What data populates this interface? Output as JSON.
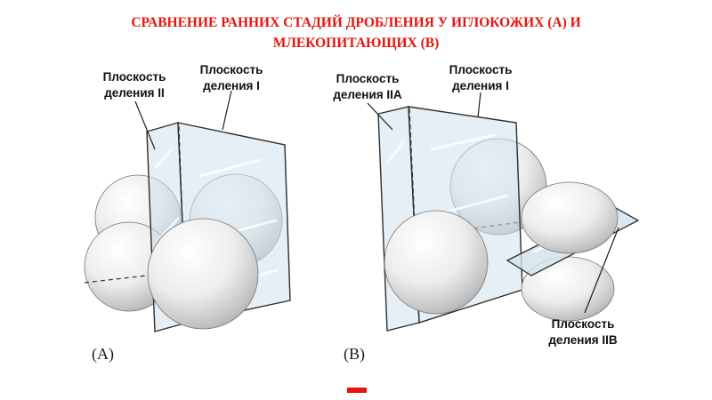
{
  "slide": {
    "title": {
      "line1": "СРАВНЕНИЕ РАННИХ СТАДИЙ ДРОБЛЕНИЯ У ИГЛОКОЖИХ (А) И",
      "line2": "МЛЕКОПИТАЮЩИХ (В)"
    }
  },
  "colors": {
    "accent": "#e8130d",
    "plane_glass": "#cfe2ec"
  },
  "figure_a": {
    "caption": "(А)",
    "label_plane_ii": {
      "line1": "Плоскость",
      "line2": "деления II"
    },
    "label_plane_i": {
      "line1": "Плоскость",
      "line2": "деления I"
    }
  },
  "figure_b": {
    "caption": "(В)",
    "label_plane_iia": {
      "line1": "Плоскость",
      "line2": "деления IIА"
    },
    "label_plane_i": {
      "line1": "Плоскость",
      "line2": "деления I"
    },
    "label_plane_iib": {
      "line1": "Плоскость",
      "line2": "деления IIВ"
    }
  }
}
